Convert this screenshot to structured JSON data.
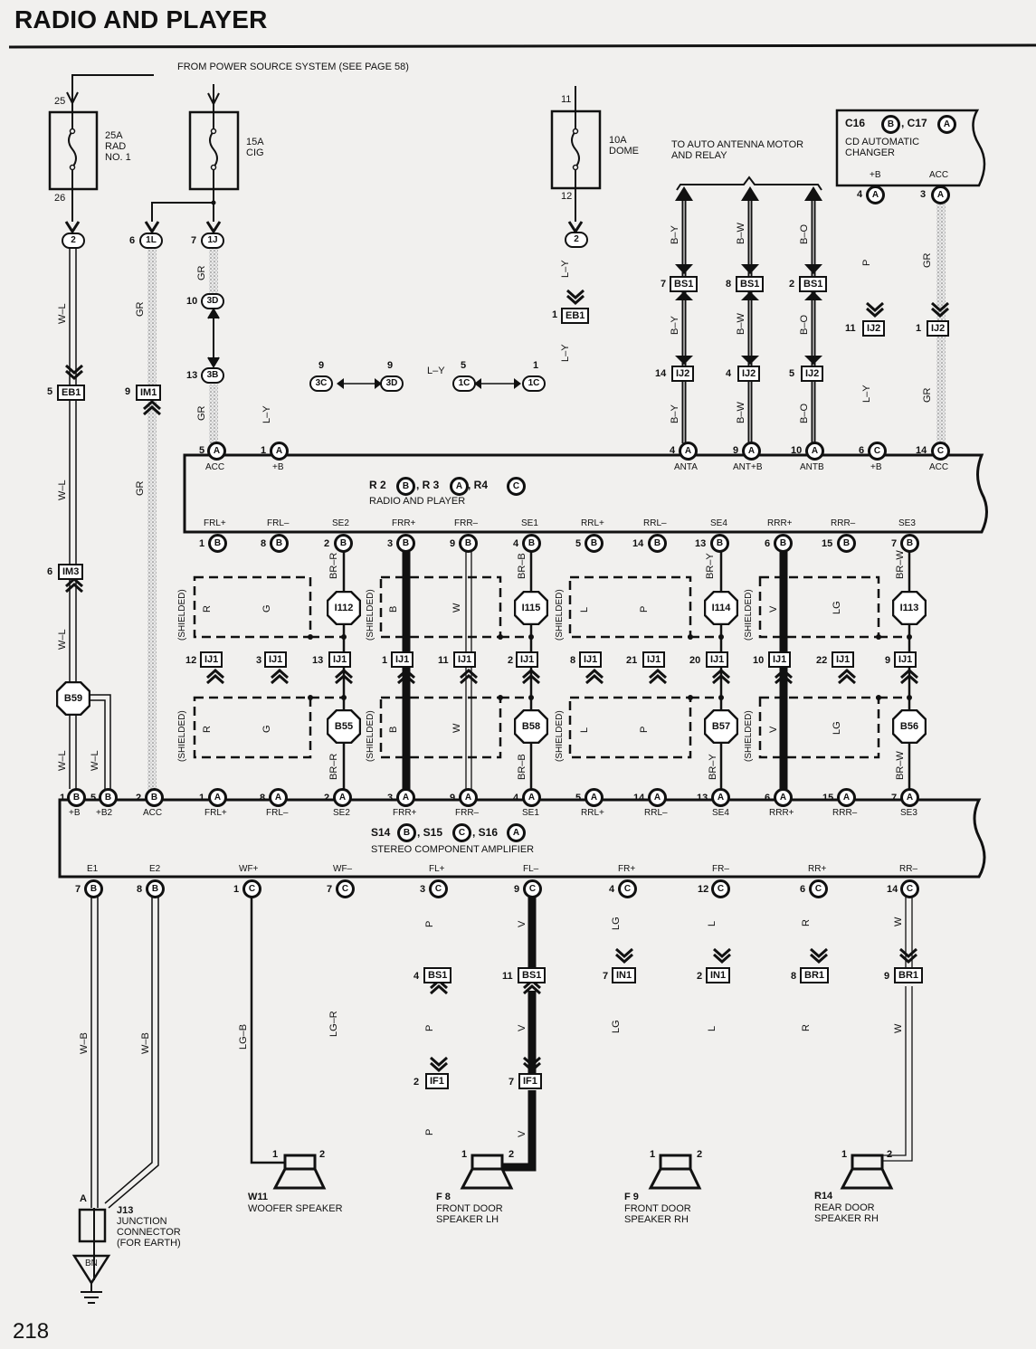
{
  "page": {
    "title": "RADIO AND PLAYER",
    "page_number": "218",
    "power_source_note": "FROM POWER SOURCE SYSTEM (SEE PAGE 58)",
    "antenna_note_line1": "TO AUTO ANTENNA MOTOR",
    "antenna_note_line2": "AND RELAY"
  },
  "fuses": [
    {
      "id": "fuse-rad-no1",
      "rating": "25A",
      "name_line1": "RAD",
      "name_line2": "NO. 1",
      "pin_in": "25",
      "pin_out": "26"
    },
    {
      "id": "fuse-cig",
      "rating": "15A",
      "name_line1": "CIG",
      "name_line2": "",
      "pin_in": "",
      "pin_out": ""
    },
    {
      "id": "fuse-dome",
      "rating": "10A",
      "name_line1": "DOME",
      "name_line2": "",
      "pin_in": "11",
      "pin_out": "12"
    }
  ],
  "junction_ovals": [
    {
      "num": "",
      "label": "2"
    },
    {
      "num": "6",
      "label": "1L"
    },
    {
      "num": "7",
      "label": "1J"
    },
    {
      "num": "10",
      "label": "3D"
    },
    {
      "num": "13",
      "label": "3B"
    },
    {
      "num": "9",
      "label": "3C"
    },
    {
      "num": "9",
      "label": "3D"
    },
    {
      "num": "5",
      "label": "1C"
    },
    {
      "num": "1",
      "label": "1C"
    },
    {
      "num": "",
      "label": "2"
    }
  ],
  "cd_changer": {
    "ids": "C16",
    "id_b": "B",
    "ids2": ", C17",
    "id_a": "A",
    "name_line1": "CD AUTOMATIC",
    "name_line2": "CHANGER",
    "terminals": [
      {
        "label": "+B",
        "num": "4",
        "pin": "A"
      },
      {
        "label": "ACC",
        "num": "3",
        "pin": "A"
      }
    ]
  },
  "radio": {
    "id_r2": "R 2",
    "pin_r2": "B",
    "id_r3": ", R 3",
    "pin_r3": "A",
    "id_r4": ", R4",
    "pin_r4": "C",
    "name": "RADIO AND PLAYER",
    "top_terminals": [
      {
        "label": "ACC",
        "num": "5",
        "pin": "A"
      },
      {
        "label": "+B",
        "num": "1",
        "pin": "A"
      },
      {
        "label": "ANTA",
        "num": "4",
        "pin": "A"
      },
      {
        "label": "ANT+B",
        "num": "9",
        "pin": "A"
      },
      {
        "label": "ANTB",
        "num": "10",
        "pin": "A"
      },
      {
        "label": "+B",
        "num": "6",
        "pin": "C"
      },
      {
        "label": "ACC",
        "num": "14",
        "pin": "C"
      }
    ],
    "bottom_terminals": [
      {
        "label": "FRL+",
        "num": "1",
        "pin": "B"
      },
      {
        "label": "FRL–",
        "num": "8",
        "pin": "B"
      },
      {
        "label": "SE2",
        "num": "2",
        "pin": "B"
      },
      {
        "label": "FRR+",
        "num": "3",
        "pin": "B"
      },
      {
        "label": "FRR–",
        "num": "9",
        "pin": "B"
      },
      {
        "label": "SE1",
        "num": "4",
        "pin": "B"
      },
      {
        "label": "RRL+",
        "num": "5",
        "pin": "B"
      },
      {
        "label": "RRL–",
        "num": "14",
        "pin": "B"
      },
      {
        "label": "SE4",
        "num": "13",
        "pin": "B"
      },
      {
        "label": "RRR+",
        "num": "6",
        "pin": "B"
      },
      {
        "label": "RRR–",
        "num": "15",
        "pin": "B"
      },
      {
        "label": "SE3",
        "num": "7",
        "pin": "B"
      }
    ]
  },
  "amplifier": {
    "id_s14": "S14",
    "pin_s14": "B",
    "id_s15": ", S15",
    "pin_s15": "C",
    "id_s16": ", S16",
    "pin_s16": "A",
    "name": "STEREO COMPONENT AMPLIFIER",
    "top_terminals": [
      {
        "label": "+B",
        "num": "1",
        "pin": "B"
      },
      {
        "label": "+B2",
        "num": "5",
        "pin": "B"
      },
      {
        "label": "ACC",
        "num": "2",
        "pin": "B"
      },
      {
        "label": "FRL+",
        "num": "1",
        "pin": "A"
      },
      {
        "label": "FRL–",
        "num": "8",
        "pin": "A"
      },
      {
        "label": "SE2",
        "num": "2",
        "pin": "A"
      },
      {
        "label": "FRR+",
        "num": "3",
        "pin": "A"
      },
      {
        "label": "FRR–",
        "num": "9",
        "pin": "A"
      },
      {
        "label": "SE1",
        "num": "4",
        "pin": "A"
      },
      {
        "label": "RRL+",
        "num": "5",
        "pin": "A"
      },
      {
        "label": "RRL–",
        "num": "14",
        "pin": "A"
      },
      {
        "label": "SE4",
        "num": "13",
        "pin": "A"
      },
      {
        "label": "RRR+",
        "num": "6",
        "pin": "A"
      },
      {
        "label": "RRR–",
        "num": "15",
        "pin": "A"
      },
      {
        "label": "SE3",
        "num": "7",
        "pin": "A"
      }
    ],
    "bottom_terminals": [
      {
        "label": "E1",
        "num": "7",
        "pin": "B"
      },
      {
        "label": "E2",
        "num": "8",
        "pin": "B"
      },
      {
        "label": "WF+",
        "num": "1",
        "pin": "C"
      },
      {
        "label": "WF–",
        "num": "7",
        "pin": "C"
      },
      {
        "label": "FL+",
        "num": "3",
        "pin": "C"
      },
      {
        "label": "FL–",
        "num": "9",
        "pin": "C"
      },
      {
        "label": "FR+",
        "num": "4",
        "pin": "C"
      },
      {
        "label": "FR–",
        "num": "12",
        "pin": "C"
      },
      {
        "label": "RR+",
        "num": "6",
        "pin": "C"
      },
      {
        "label": "RR–",
        "num": "14",
        "pin": "C"
      }
    ]
  },
  "connectors_upper": [
    {
      "num": "5",
      "label": "EB1"
    },
    {
      "num": "9",
      "label": "IM1"
    },
    {
      "num": "1",
      "label": "EB1"
    },
    {
      "num": "7",
      "label": "BS1"
    },
    {
      "num": "8",
      "label": "BS1"
    },
    {
      "num": "2",
      "label": "BS1"
    },
    {
      "num": "14",
      "label": "IJ2"
    },
    {
      "num": "4",
      "label": "IJ2"
    },
    {
      "num": "5",
      "label": "IJ2"
    },
    {
      "num": "11",
      "label": "IJ2"
    },
    {
      "num": "1",
      "label": "IJ2"
    },
    {
      "num": "6",
      "label": "IM3"
    }
  ],
  "ij1_row": [
    {
      "num": "12",
      "label": "IJ1"
    },
    {
      "num": "3",
      "label": "IJ1"
    },
    {
      "num": "13",
      "label": "IJ1"
    },
    {
      "num": "1",
      "label": "IJ1"
    },
    {
      "num": "11",
      "label": "IJ1"
    },
    {
      "num": "2",
      "label": "IJ1"
    },
    {
      "num": "8",
      "label": "IJ1"
    },
    {
      "num": "21",
      "label": "IJ1"
    },
    {
      "num": "20",
      "label": "IJ1"
    },
    {
      "num": "10",
      "label": "IJ1"
    },
    {
      "num": "22",
      "label": "IJ1"
    },
    {
      "num": "9",
      "label": "IJ1"
    }
  ],
  "shielded_groups": [
    {
      "shield": "(SHIELDED)",
      "wire1": "R",
      "wire2": "G",
      "upper_splice": "I112",
      "lower_splice": "B55",
      "drain": "BR–R"
    },
    {
      "shield": "(SHIELDED)",
      "wire1": "B",
      "wire2": "W",
      "upper_splice": "I115",
      "lower_splice": "B58",
      "drain": "BR–B"
    },
    {
      "shield": "(SHIELDED)",
      "wire1": "L",
      "wire2": "P",
      "upper_splice": "I114",
      "lower_splice": "B57",
      "drain": "BR–Y"
    },
    {
      "shield": "(SHIELDED)",
      "wire1": "V",
      "wire2": "LG",
      "upper_splice": "I113",
      "lower_splice": "B56",
      "drain": "BR–W"
    }
  ],
  "splice_b59": "B59",
  "connectors_lower": [
    {
      "num": "4",
      "label": "BS1"
    },
    {
      "num": "11",
      "label": "BS1"
    },
    {
      "num": "7",
      "label": "IN1"
    },
    {
      "num": "2",
      "label": "IN1"
    },
    {
      "num": "8",
      "label": "BR1"
    },
    {
      "num": "9",
      "label": "BR1"
    },
    {
      "num": "2",
      "label": "IF1"
    },
    {
      "num": "7",
      "label": "IF1"
    }
  ],
  "wire_colors": {
    "wl": "W–L",
    "gr": "GR",
    "ly": "L–Y",
    "by": "B–Y",
    "bw": "B–W",
    "bo": "B–O",
    "p": "P",
    "wb": "W–B",
    "lgb": "LG–B",
    "lgr": "LG–R",
    "v": "V",
    "lg": "LG",
    "l": "L",
    "r": "R",
    "w": "W"
  },
  "speakers": [
    {
      "id": "W11",
      "name_line1": "WOOFER SPEAKER",
      "name_line2": "",
      "pin1": "1",
      "pin2": "2"
    },
    {
      "id": "F 8",
      "name_line1": "FRONT DOOR",
      "name_line2": "SPEAKER LH",
      "pin1": "1",
      "pin2": "2"
    },
    {
      "id": "F 9",
      "name_line1": "FRONT DOOR",
      "name_line2": "SPEAKER RH",
      "pin1": "1",
      "pin2": "2"
    },
    {
      "id": "R14",
      "name_line1": "REAR DOOR",
      "name_line2": "SPEAKER RH",
      "pin1": "1",
      "pin2": "2"
    }
  ],
  "junction_connector": {
    "id": "J13",
    "name_line1": "JUNCTION",
    "name_line2": "CONNECTOR",
    "name_line3": "(FOR EARTH)",
    "pin": "A",
    "ground": "BN"
  }
}
